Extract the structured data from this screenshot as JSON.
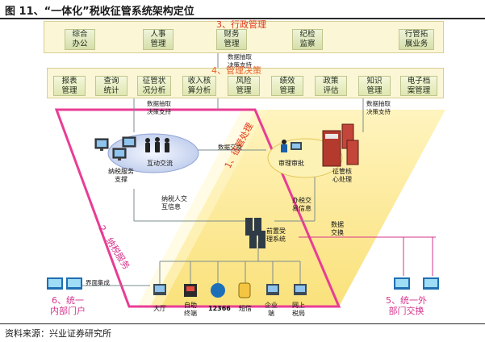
{
  "title": "图 11、“一体化”税收征管系统架构定位",
  "source": "资料来源：兴业证券研究所",
  "admin": {
    "label": "3、行政管理",
    "boxes": [
      "综合\n办公",
      "人事\n管理",
      "财务\n管理",
      "纪检\n监察",
      "行管拓\n展业务"
    ]
  },
  "decision": {
    "label": "4、管理决策",
    "boxes": [
      "报表\n管理",
      "查询\n统计",
      "征管状\n况分析",
      "收入核\n算分析",
      "风险\n管理",
      "绩效\n管理",
      "政策\n评估",
      "知识\n管理",
      "电子档\n案管理"
    ]
  },
  "links": {
    "top_extract": "数据抽取\n决策支持",
    "left_extract": "数据抽取\n决策支持",
    "right_extract": "数据抽取\n决策支持",
    "data_exchange": "数据交换",
    "taxpayer_exchange": "纳税人交\n互信息",
    "tax_exchange": "办税交\n易信息",
    "data_swap": "数据\n交换",
    "interface_integration": "界面集成"
  },
  "zones": {
    "collection": "1、征管处理",
    "service": "2、纳税服务",
    "internal": "6、统一\n内部门户",
    "external": "5、统一外\n部门交换"
  },
  "nodes": {
    "interaction": "互动交流",
    "service_support": "纳税服务\n支撑",
    "approval": "审理审批",
    "core": "征管核\n心处理",
    "frontend": "前置受\n理系统"
  },
  "channels": [
    "大厅",
    "自助\n终端",
    "12366",
    "短信",
    "企业\n端",
    "网上\n税局"
  ]
}
